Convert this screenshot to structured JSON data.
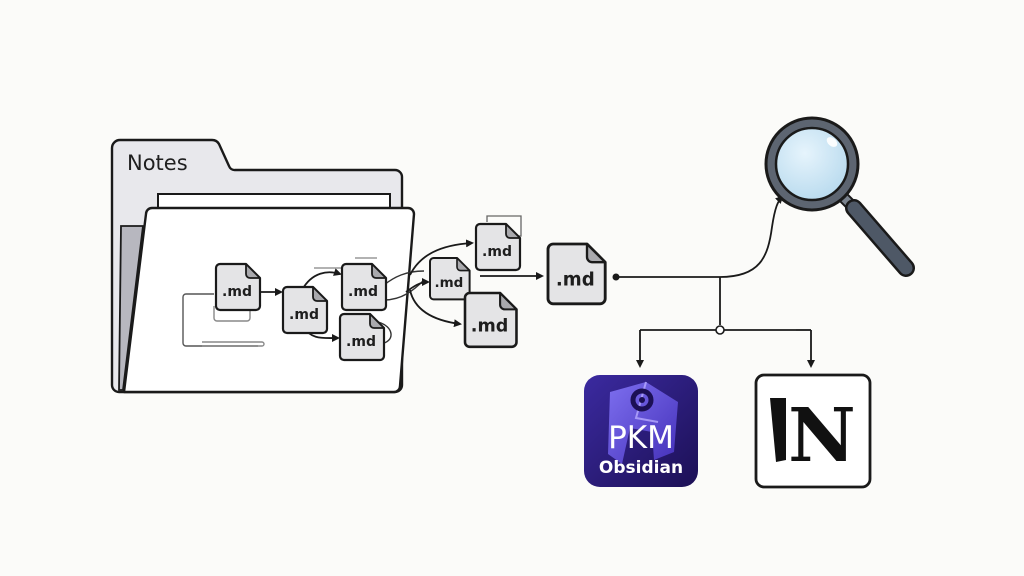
{
  "diagram": {
    "folder": {
      "title": "Notes",
      "icon": "folder-icon"
    },
    "files": {
      "label": ".md",
      "icon": "markdown-file-icon",
      "inside_folder_count": 4,
      "outside_folder_count": 4
    },
    "search": {
      "icon": "magnifying-glass-icon"
    },
    "apps": [
      {
        "id": "obsidian",
        "icon": "obsidian-app-icon",
        "title": "PKM",
        "subtitle": "Obsidian",
        "bg_color": "#2e1a78",
        "accent_color": "#6a55e8"
      },
      {
        "id": "notion",
        "icon": "notion-app-icon",
        "glyph": "N",
        "bg_color": "#ffffff",
        "accent_color": "#111111"
      }
    ],
    "colors": {
      "background": "#fbfbf9",
      "line": "#1a1a1a",
      "file_fill": "#e4e4e6",
      "folder_fill": "#e8e8ec",
      "lens": "#cfe8f7",
      "handle": "#4e5866"
    }
  }
}
